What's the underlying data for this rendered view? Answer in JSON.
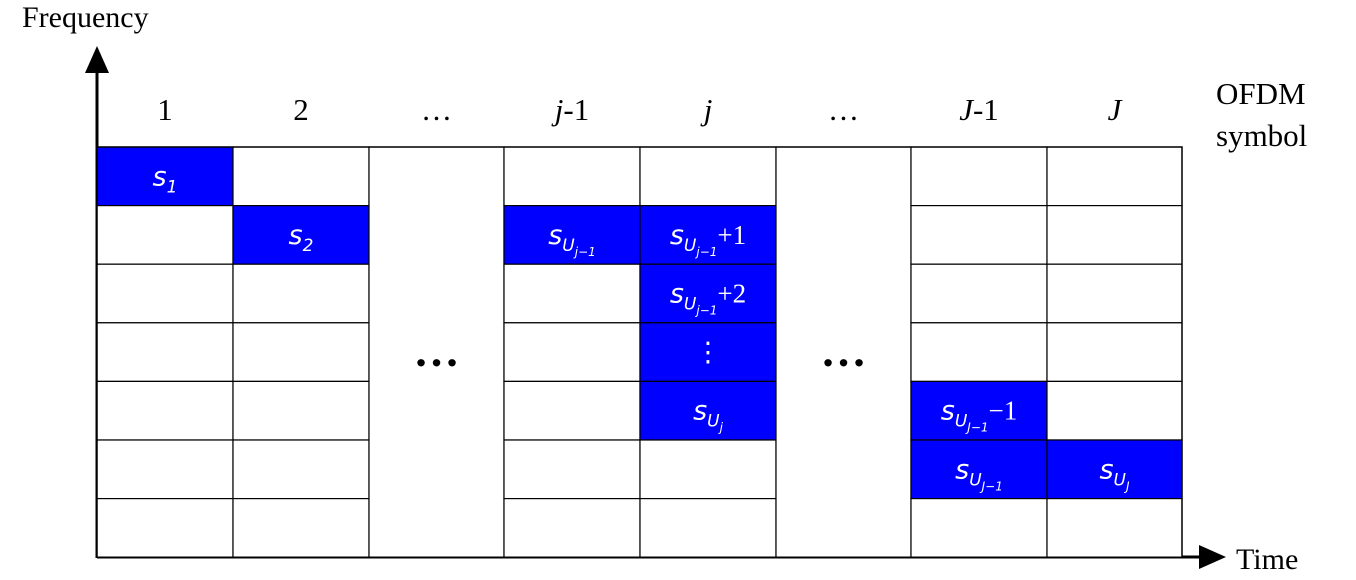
{
  "axes": {
    "y_label": "Frequency",
    "x_label": "Time"
  },
  "header_suffix": [
    "OFDM",
    "symbol"
  ],
  "columns": [
    {
      "label": "1"
    },
    {
      "label": "2"
    },
    {
      "label": "…",
      "ellipsis_column": true
    },
    {
      "label": "j-1",
      "italic_part": "j",
      "plain_part": "-1"
    },
    {
      "label": "j",
      "italic_part": "j",
      "plain_part": ""
    },
    {
      "label": "…",
      "ellipsis_column": true
    },
    {
      "label": "J-1",
      "italic_part": "J",
      "plain_part": "-1"
    },
    {
      "label": "J",
      "italic_part": "J",
      "plain_part": ""
    }
  ],
  "ellipsis_glyph": "…",
  "num_rows": 7,
  "colors": {
    "highlight": "#0000ff",
    "grid": "#000000",
    "background": "#ffffff"
  },
  "highlighted_cells": [
    {
      "col": 0,
      "row": 0,
      "symbol": "s",
      "sub": "1",
      "suffix": ""
    },
    {
      "col": 1,
      "row": 1,
      "symbol": "s",
      "sub": "2",
      "suffix": ""
    },
    {
      "col": 3,
      "row": 1,
      "symbol": "s",
      "sub": "U",
      "subsub": "j−1",
      "suffix": ""
    },
    {
      "col": 4,
      "row": 1,
      "symbol": "s",
      "sub": "U",
      "subsub": "j−1",
      "suffix": "+1"
    },
    {
      "col": 4,
      "row": 2,
      "symbol": "s",
      "sub": "U",
      "subsub": "j−1",
      "suffix": "+2"
    },
    {
      "col": 4,
      "row": 3,
      "symbol": "⋮",
      "sub": "",
      "suffix": ""
    },
    {
      "col": 4,
      "row": 4,
      "symbol": "s",
      "sub": "U",
      "subsub": "j",
      "suffix": ""
    },
    {
      "col": 6,
      "row": 4,
      "symbol": "s",
      "sub": "U",
      "subsub": "J−1",
      "suffix": "−1"
    },
    {
      "col": 6,
      "row": 5,
      "symbol": "s",
      "sub": "U",
      "subsub": "J−1",
      "suffix": ""
    },
    {
      "col": 7,
      "row": 5,
      "symbol": "s",
      "sub": "U",
      "subsub": "J",
      "suffix": ""
    }
  ]
}
